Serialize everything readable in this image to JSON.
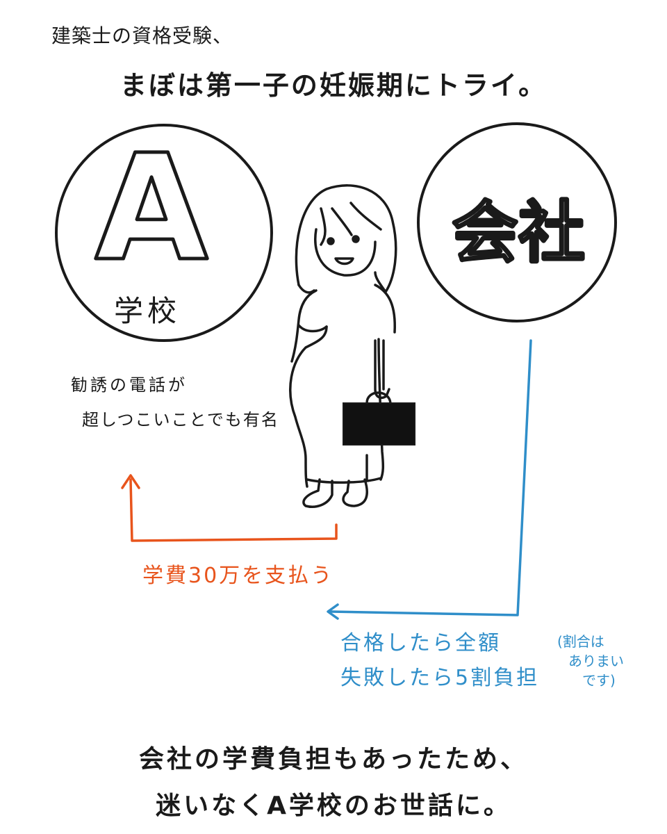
{
  "header": {
    "line1": "建築士の資格受験、",
    "line2": "まぼは第一子の妊娠期にトライ。"
  },
  "school": {
    "letter": "A",
    "label": "学校",
    "note_line1": "勧誘の電話が",
    "note_line2": "超しつこいことでも有名"
  },
  "company": {
    "label": "会社"
  },
  "fee_label": "学費30万を支払う",
  "company_terms": {
    "line1": "合格したら全額",
    "line2": "失敗したら5割負担",
    "aside_line1": "(割合は",
    "aside_line2": "ありまい",
    "aside_line3": "です)"
  },
  "footer": {
    "line1": "会社の学費負担もあったため、",
    "line2": "迷いなくA学校のお世話に。"
  },
  "colors": {
    "ink": "#1a1a1a",
    "orange": "#e8541c",
    "blue": "#2f8ec9",
    "bag": "#111111"
  }
}
